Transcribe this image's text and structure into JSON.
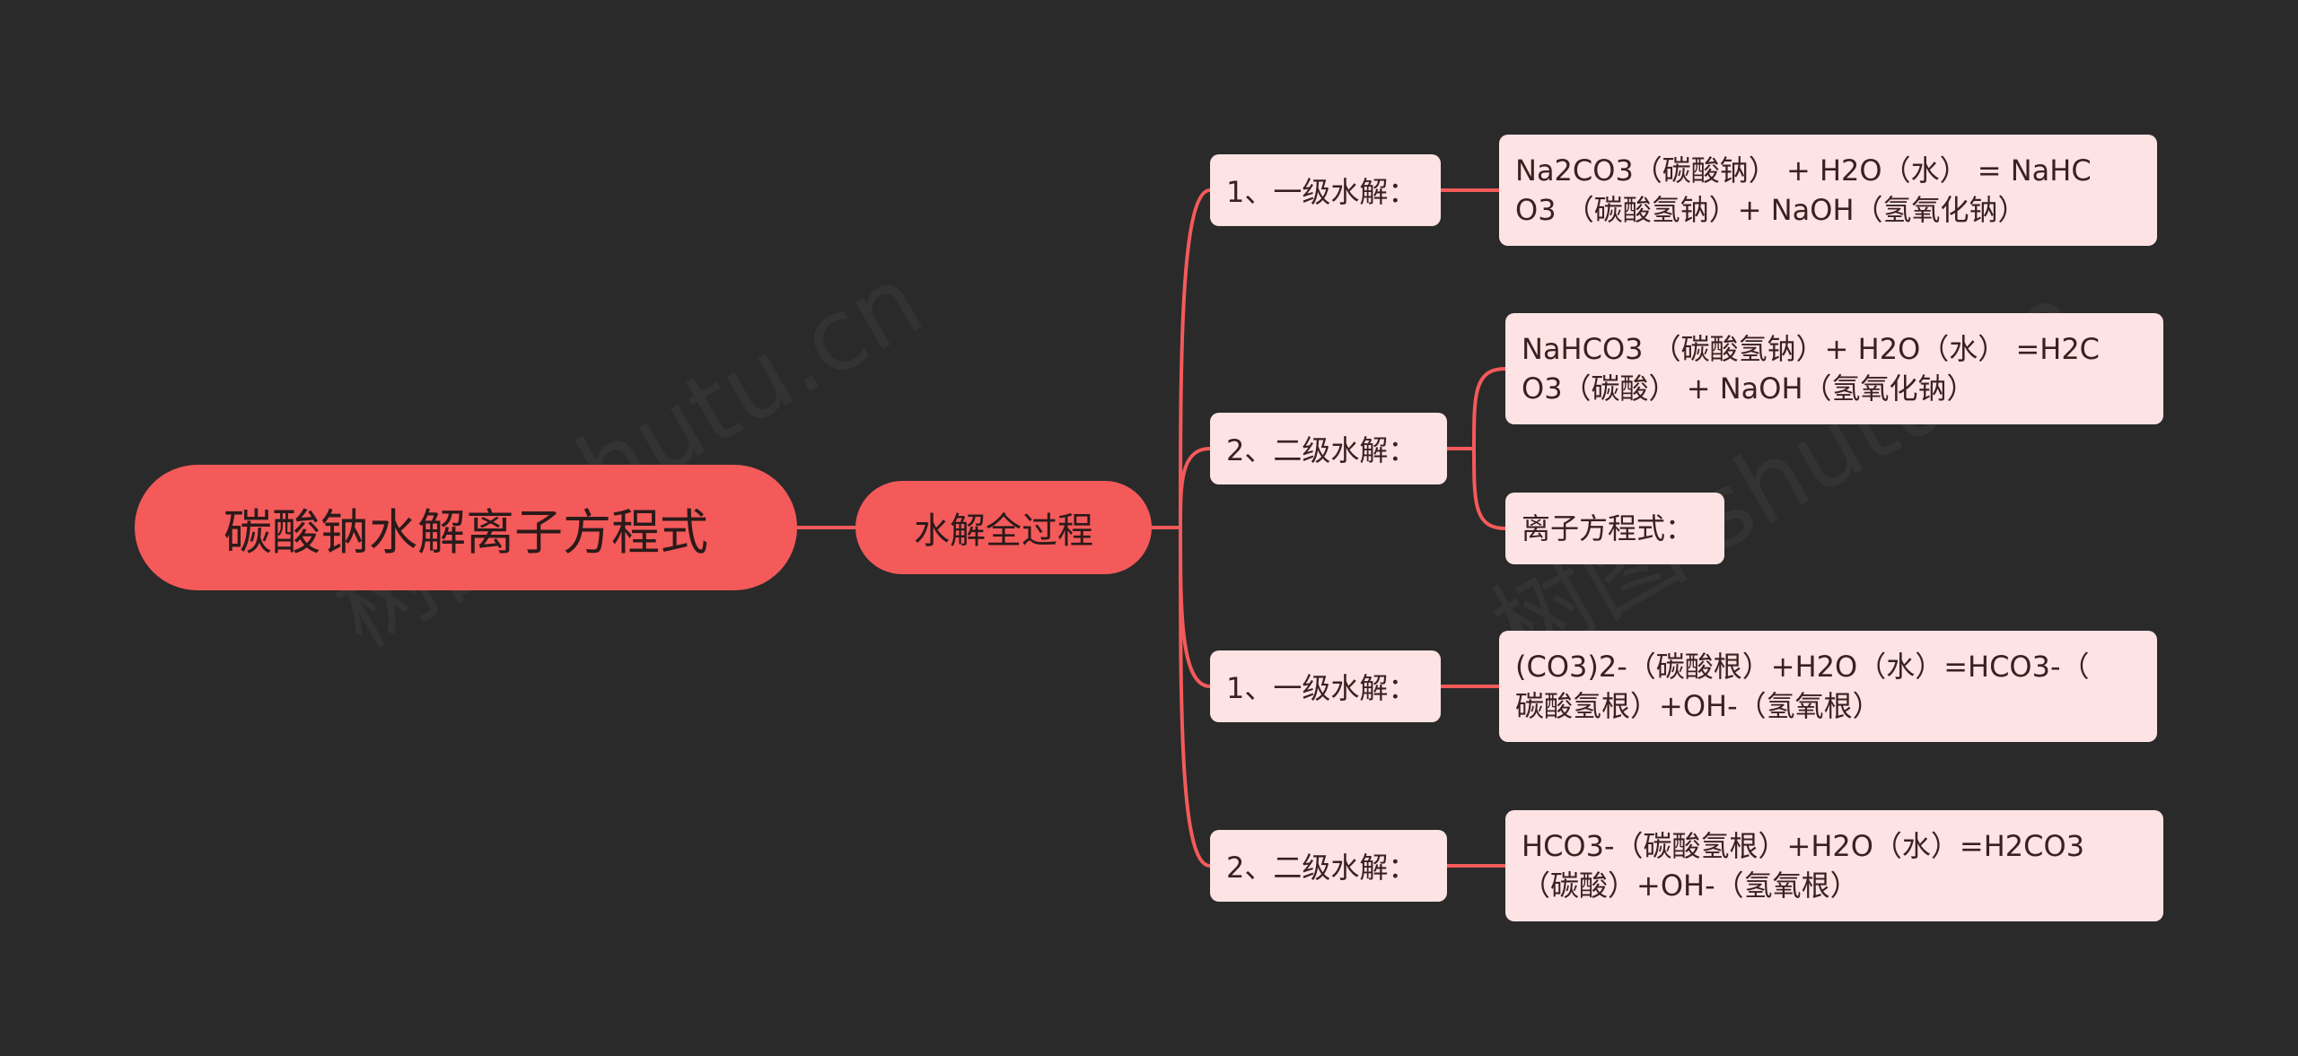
{
  "root": {
    "label": "碳酸钠水解离子方程式"
  },
  "center": {
    "label": "水解全过程"
  },
  "branches": [
    {
      "label": "1、一级水解：",
      "leaves": [
        {
          "lines": [
            "Na2CO3（碳酸钠） + H2O（水） = NaHC",
            "O3 （碳酸氢钠）+ NaOH（氢氧化钠）"
          ]
        }
      ]
    },
    {
      "label": "2、二级水解：",
      "leaves": [
        {
          "lines": [
            "NaHCO3 （碳酸氢钠）+ H2O（水） =H2C",
            "O3（碳酸） + NaOH（氢氧化钠）"
          ]
        },
        {
          "lines": [
            "离子方程式："
          ]
        }
      ]
    },
    {
      "label": "1、一级水解：",
      "leaves": [
        {
          "lines": [
            "(CO3)2-（碳酸根）+H2O（水）=HCO3-（",
            "碳酸氢根）+OH-（氢氧根）"
          ]
        }
      ]
    },
    {
      "label": "2、二级水解：",
      "leaves": [
        {
          "lines": [
            "HCO3-（碳酸氢根）+H2O（水）=H2CO3",
            "（碳酸）+OH-（氢氧根）"
          ]
        }
      ]
    }
  ],
  "watermark": "树图 shutu.cn",
  "colors": {
    "background": "#2a2a2a",
    "primary": "#f45a5a",
    "leaf": "#fde3e3",
    "line": "#f45a5a"
  }
}
